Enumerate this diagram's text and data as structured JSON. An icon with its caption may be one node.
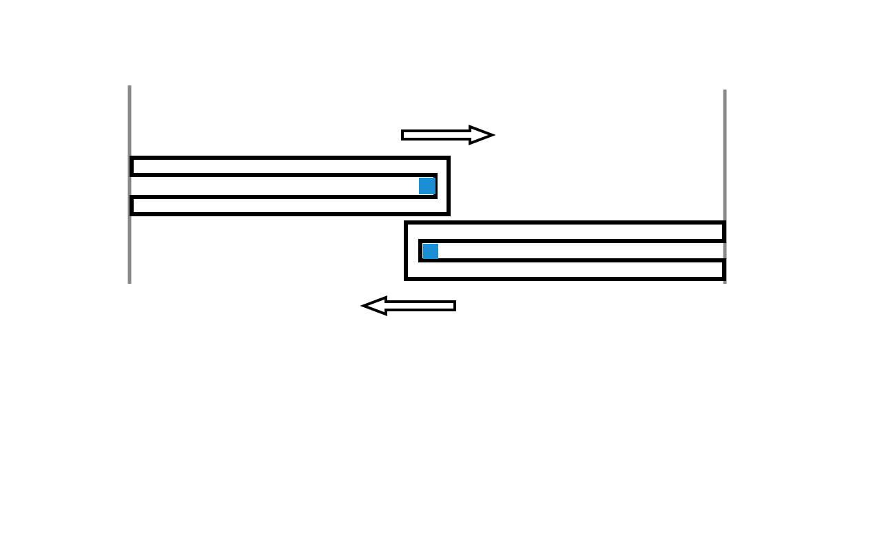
{
  "diagram": {
    "nodes": [
      {
        "text": [],
        "shape": "bar"
      },
      {
        "text": [],
        "shape": "box",
        "in": 0
      },
      {
        "text": [],
        "shape": "bar"
      },
      {
        "text": [],
        "shape": "box",
        "in": 2
      }
    ]
  }
}
